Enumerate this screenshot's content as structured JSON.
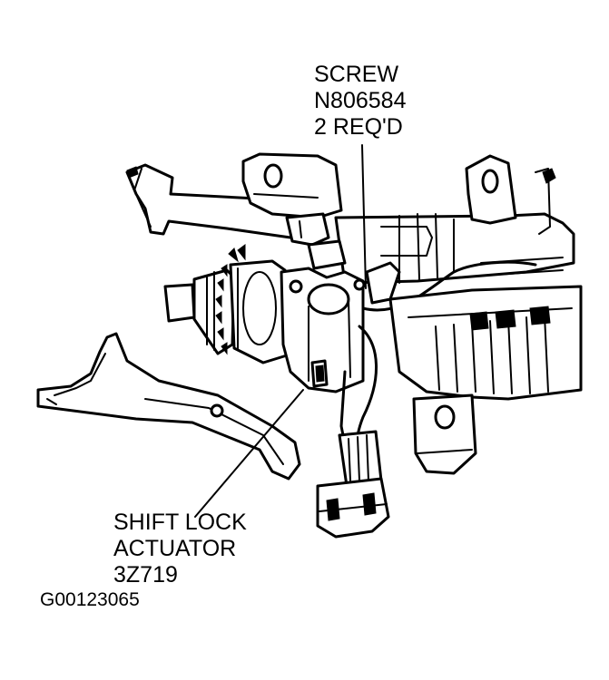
{
  "labels": {
    "screw": {
      "line1": "SCREW",
      "line2": "N806584",
      "line3": "2 REQ'D"
    },
    "actuator": {
      "line1": "SHIFT LOCK",
      "line2": "ACTUATOR",
      "line3": "3Z719"
    },
    "figure_id": "G00123065"
  }
}
